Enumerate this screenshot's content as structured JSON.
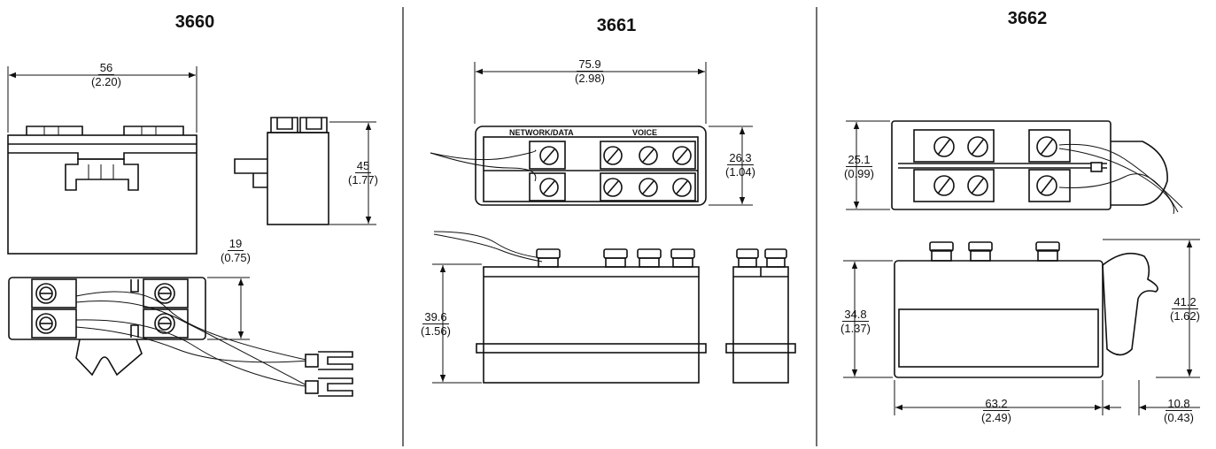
{
  "panels": [
    {
      "title": "3660",
      "dims": [
        {
          "mm": "56",
          "in": "(2.20)"
        },
        {
          "mm": "45",
          "in": "(1.77)"
        },
        {
          "mm": "19",
          "in": "(0.75)"
        }
      ]
    },
    {
      "title": "3661",
      "labels": {
        "network": "NETWORK/DATA",
        "voice": "VOICE"
      },
      "dims": [
        {
          "mm": "75.9",
          "in": "(2.98)"
        },
        {
          "mm": "26.3",
          "in": "(1.04)"
        },
        {
          "mm": "39.6",
          "in": "(1.56)"
        }
      ]
    },
    {
      "title": "3662",
      "dims": [
        {
          "mm": "25.1",
          "in": "(0.99)"
        },
        {
          "mm": "41.2",
          "in": "(1.62)"
        },
        {
          "mm": "34.8",
          "in": "(1.37)"
        },
        {
          "mm": "63.2",
          "in": "(2.49)"
        },
        {
          "mm": "10.8",
          "in": "(0.43)"
        }
      ]
    }
  ]
}
